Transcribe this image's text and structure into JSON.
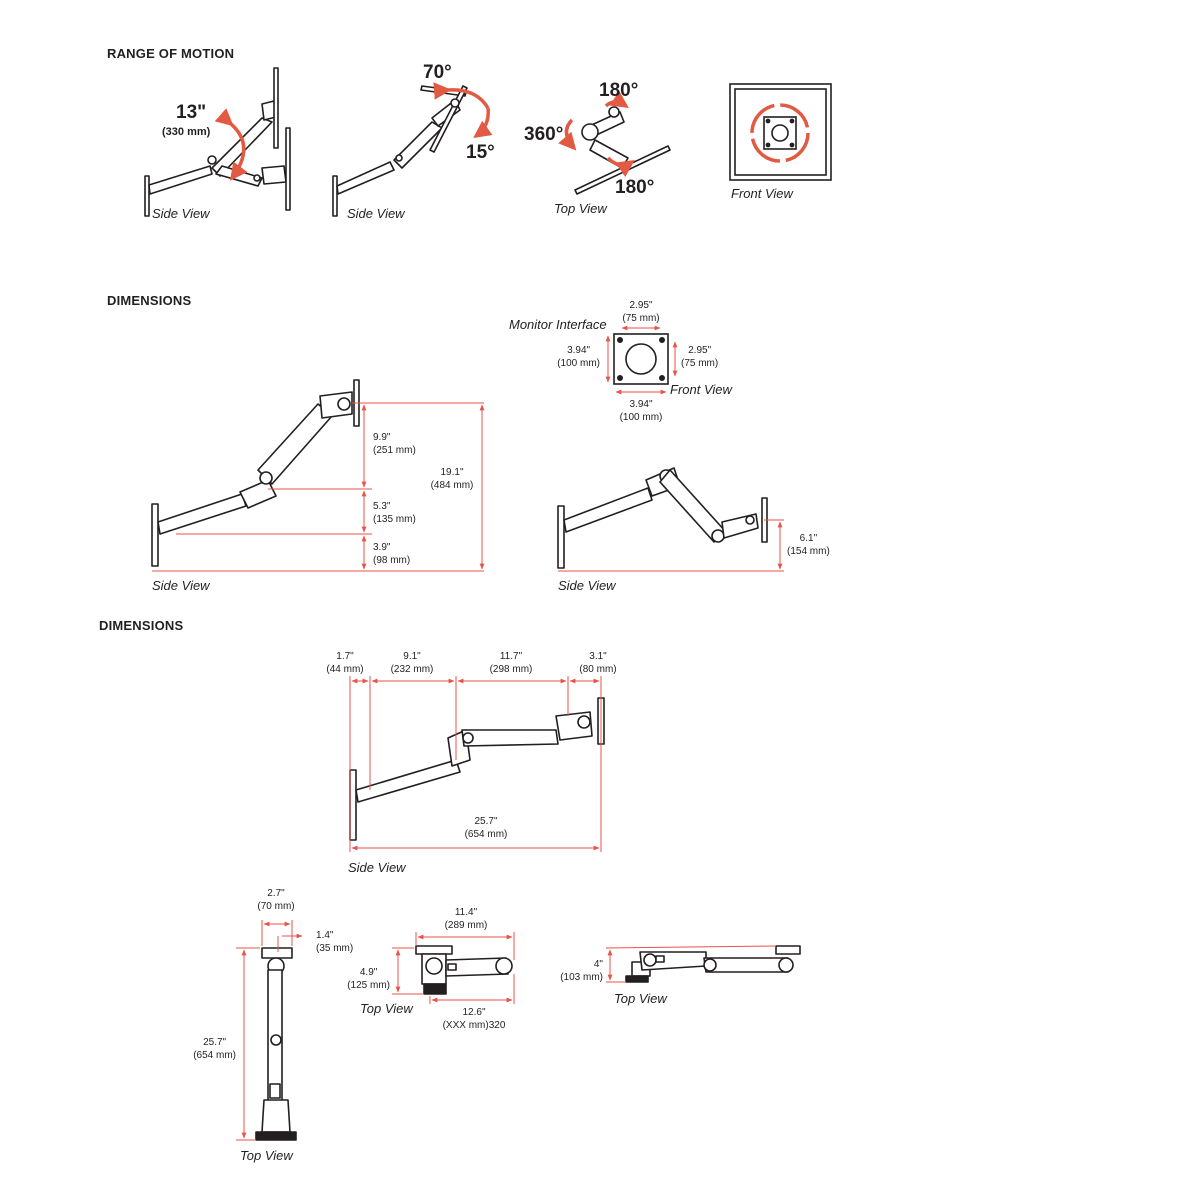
{
  "colors": {
    "ink": "#231f20",
    "dimension_line": "#e8534a",
    "motion_arrow": "#e25a42",
    "panel": "#ffffff"
  },
  "range_of_motion": {
    "heading": "RANGE OF MOTION",
    "lift": {
      "value": "13\"",
      "metric": "(330 mm)",
      "caption": "Side View"
    },
    "tilt": {
      "up": "70°",
      "down": "15°",
      "caption": "Side View"
    },
    "pan": {
      "top": "180°",
      "left": "360°",
      "bottom": "180°",
      "caption": "Top View"
    },
    "rotate": {
      "caption": "Front View"
    }
  },
  "dimensions_1": {
    "heading": "DIMENSIONS",
    "side_view_caption": "Side View",
    "heights": [
      {
        "imperial": "9.9\"",
        "metric": "(251 mm)"
      },
      {
        "imperial": "5.3\"",
        "metric": "(135 mm)"
      },
      {
        "imperial": "3.9\"",
        "metric": "(98 mm)"
      },
      {
        "imperial": "19.1\"",
        "metric": "(484 mm)"
      }
    ],
    "monitor_interface": {
      "label": "Monitor Interface",
      "top": {
        "imperial": "2.95\"",
        "metric": "(75 mm)"
      },
      "left": {
        "imperial": "3.94\"",
        "metric": "(100 mm)"
      },
      "right": {
        "imperial": "2.95\"",
        "metric": "(75 mm)"
      },
      "bottom": {
        "imperial": "3.94\"",
        "metric": "(100 mm)"
      },
      "caption": "Front View"
    },
    "folded": {
      "imperial": "6.1\"",
      "metric": "(154 mm)",
      "caption": "Side View"
    }
  },
  "dimensions_2": {
    "heading": "DIMENSIONS",
    "segments": [
      {
        "imperial": "1.7\"",
        "metric": "(44 mm)"
      },
      {
        "imperial": "9.1\"",
        "metric": "(232 mm)"
      },
      {
        "imperial": "11.7\"",
        "metric": "(298 mm)"
      },
      {
        "imperial": "3.1\"",
        "metric": "(80 mm)"
      }
    ],
    "total": {
      "imperial": "25.7\"",
      "metric": "(654 mm)"
    },
    "side_view_caption": "Side View",
    "top_view_long": {
      "width": {
        "imperial": "2.7\"",
        "metric": "(70 mm)"
      },
      "offset": {
        "imperial": "1.4\"",
        "metric": "(35 mm)"
      },
      "length": {
        "imperial": "25.7\"",
        "metric": "(654 mm)"
      },
      "caption": "Top View"
    },
    "top_view_folded": {
      "width": {
        "imperial": "11.4\"",
        "metric": "(289 mm)"
      },
      "depth": {
        "imperial": "4.9\"",
        "metric": "(125 mm)"
      },
      "base": {
        "imperial": "12.6\"",
        "metric": "(XXX mm)320"
      },
      "caption": "Top View"
    },
    "top_view_flat": {
      "imperial": "4\"",
      "metric": "(103 mm)",
      "caption": "Top View"
    }
  }
}
